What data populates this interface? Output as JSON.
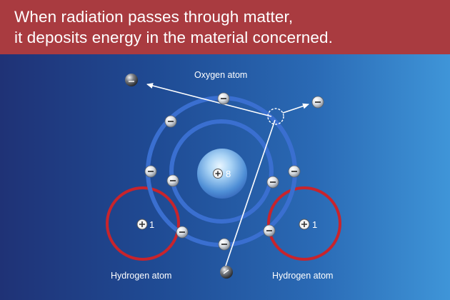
{
  "header": {
    "line1": "When radiation passes through matter,",
    "line2": "it deposits energy in the material concerned."
  },
  "labels": {
    "oxygen": "Oxygen atom",
    "hydrogen_left": "Hydrogen atom",
    "hydrogen_right": "Hydrogen atom"
  },
  "charges": {
    "oxygen_nucleus": "8",
    "hydrogen_left_nucleus": "1",
    "hydrogen_right_nucleus": "1"
  },
  "icons": {
    "electron": "minus-sign-sphere",
    "proton": "plus-sign-circle"
  },
  "colors": {
    "header_bg": "#a93b40",
    "orbit": "#3a6fd0",
    "hydrogen_orbit": "#c8242c",
    "arrow": "#ffffff"
  }
}
